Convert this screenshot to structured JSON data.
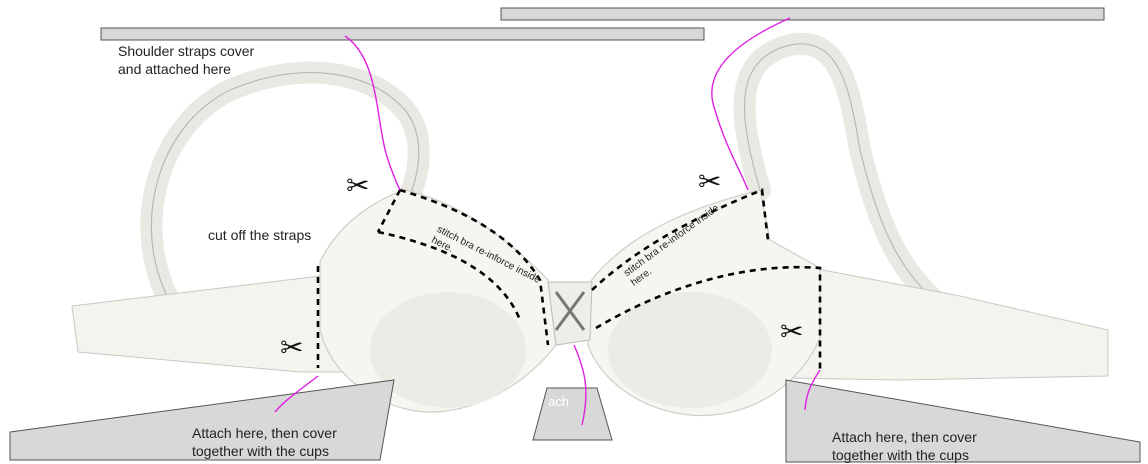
{
  "labels": {
    "shoulder_straps": "Shoulder straps cover and attached here",
    "cut_off": "cut off the straps",
    "stitch_left": "stitch bra re-inforce inside here.",
    "stitch_right": "stitch bra re-inforce inside here.",
    "center_partial": "ach",
    "attach_left": "Attach here, then cover together with the cups",
    "attach_right": "Attach here, then cover together with the cups"
  },
  "icons": [
    "scissors-icon",
    "scissors-icon",
    "scissors-icon",
    "scissors-icon"
  ],
  "colors": {
    "guide_line": "#e020e0",
    "cut_line": "#000000",
    "patch_fill": "#d8d8d8",
    "patch_stroke": "#555555",
    "garment": "#f4f3ee"
  }
}
